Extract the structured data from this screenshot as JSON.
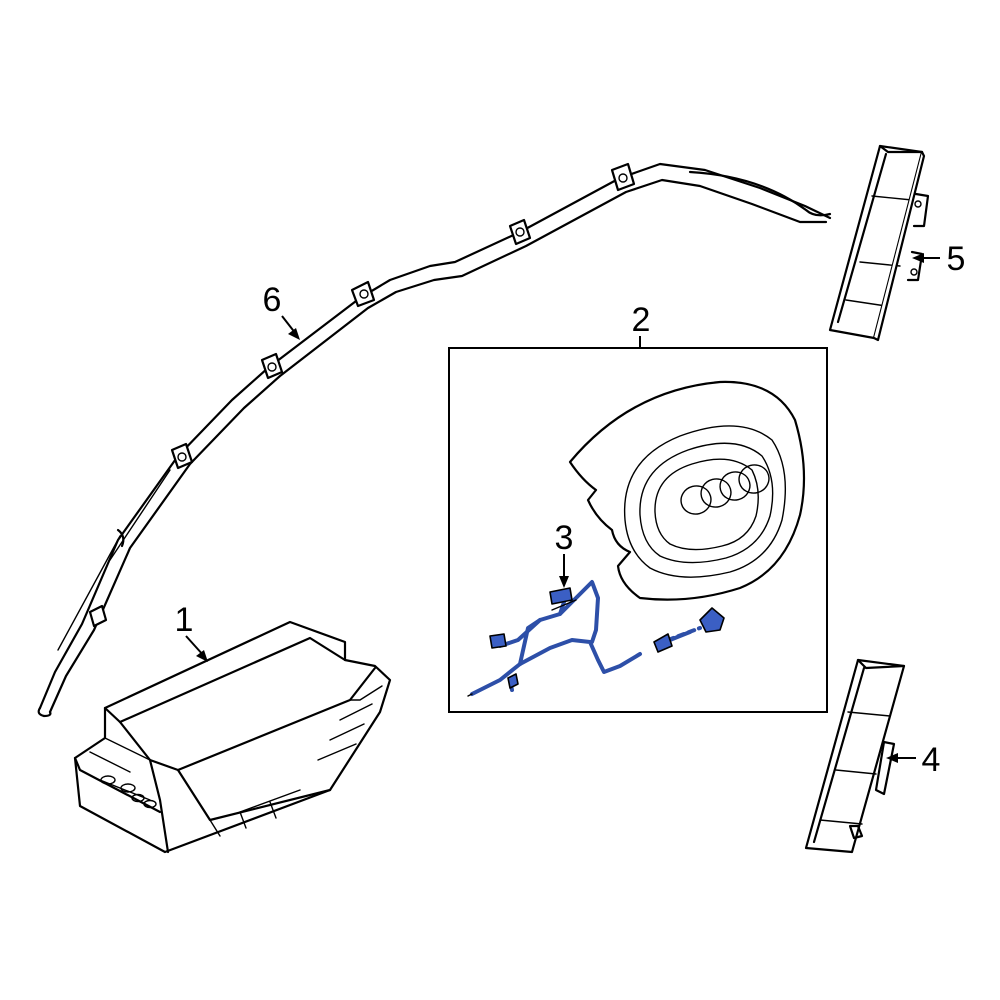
{
  "callouts": {
    "c1": "1",
    "c2": "2",
    "c3": "3",
    "c4": "4",
    "c5": "5",
    "c6": "6"
  },
  "colors": {
    "line": "#000000",
    "highlight": "#2d4fa8",
    "highlight_fill": "#3b5fc4",
    "background": "#ffffff"
  }
}
